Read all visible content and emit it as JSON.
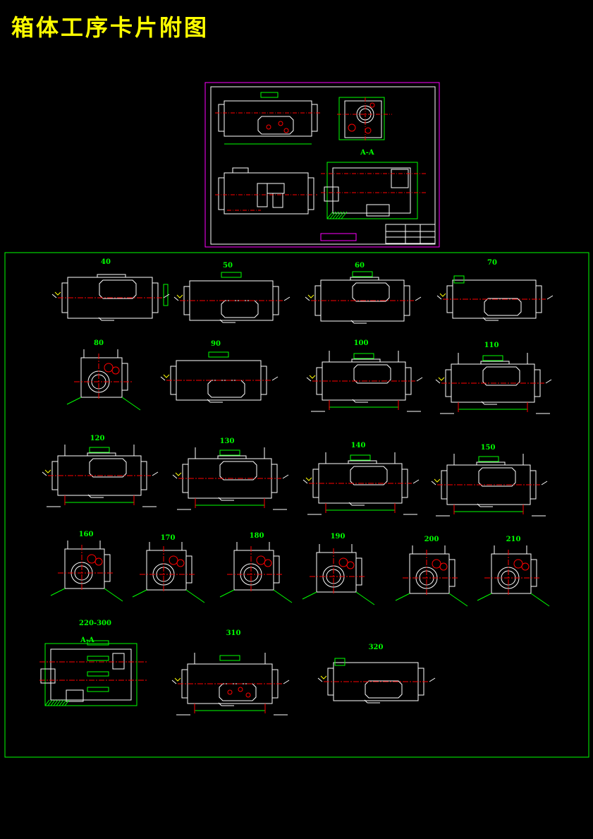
{
  "title": "箱体工序卡片附图",
  "colors": {
    "background": "#000000",
    "title": "#ffff00",
    "frame": "#00ff00",
    "outline": "#ffffff",
    "centerline": "#ff0000",
    "annotation": "#00ff00",
    "sheet_border": "#ff00ff"
  },
  "operations": [
    "40",
    "50",
    "60",
    "70",
    "80",
    "90",
    "100",
    "110",
    "120",
    "130",
    "140",
    "150",
    "160",
    "170",
    "180",
    "190",
    "200",
    "210",
    "220-300",
    "310",
    "320"
  ],
  "sheet_section_label": "A-A",
  "section_label_220": "A-A"
}
